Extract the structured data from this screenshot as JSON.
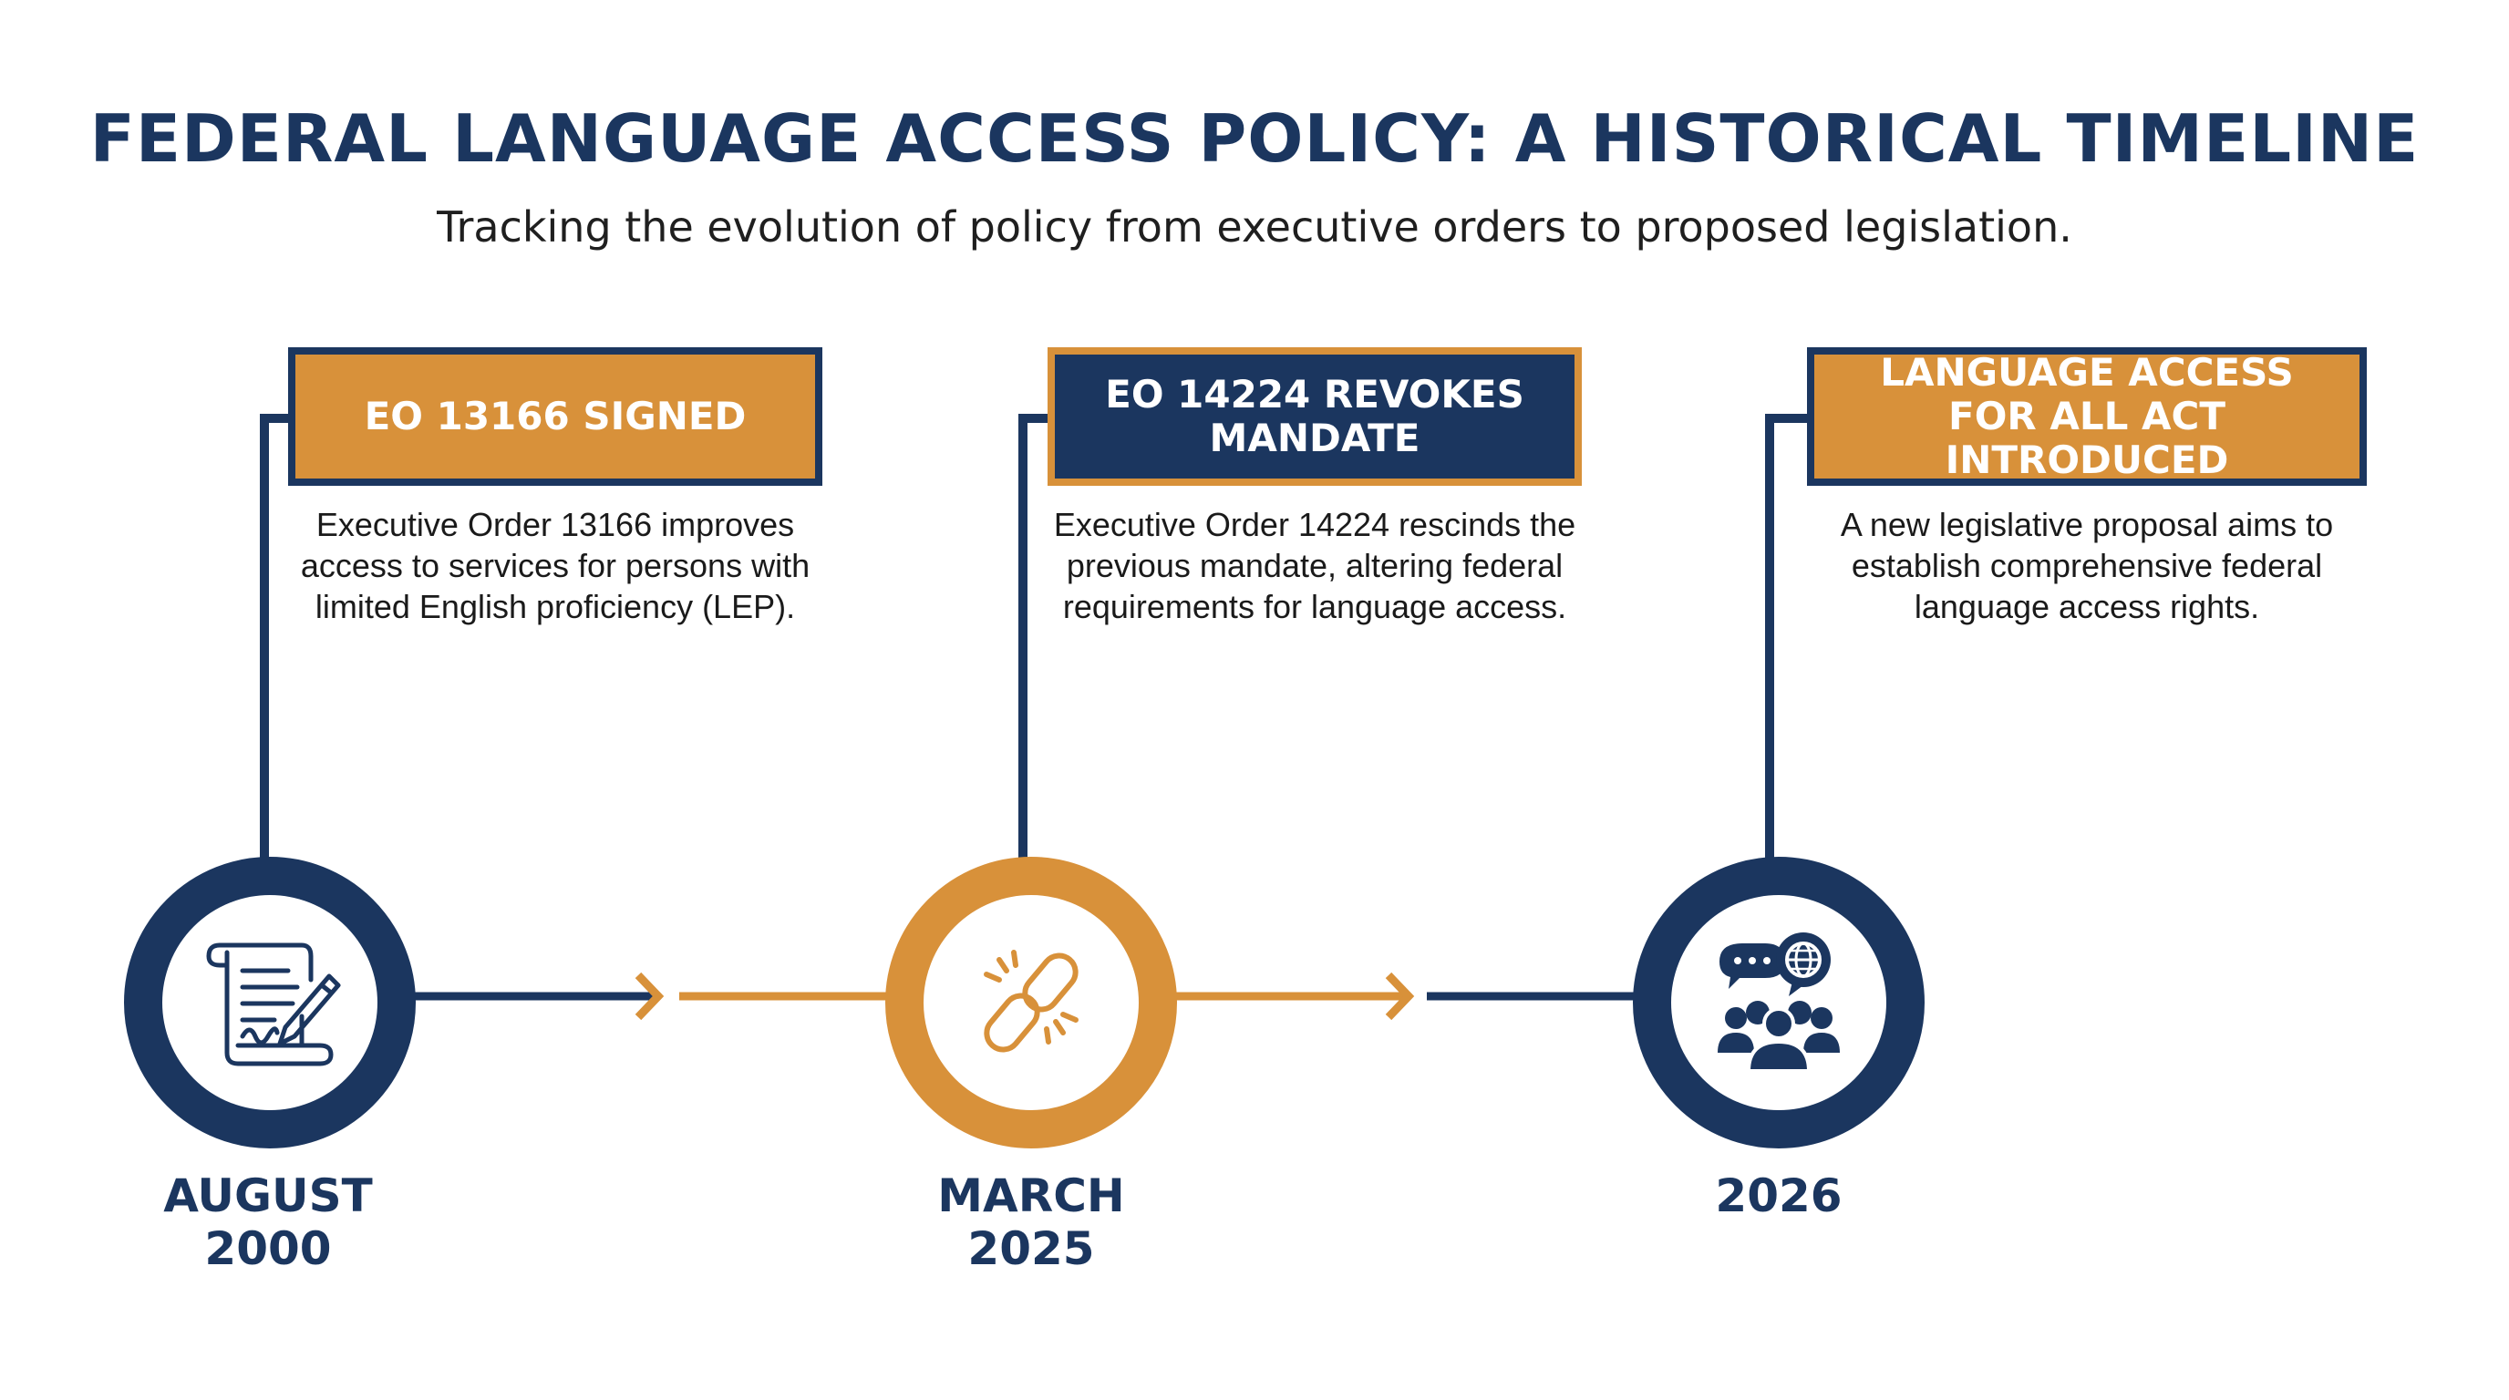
{
  "header": {
    "title": "FEDERAL LANGUAGE ACCESS POLICY: A HISTORICAL TIMELINE",
    "subtitle": "Tracking the evolution of policy from executive orders to proposed legislation."
  },
  "colors": {
    "navy": "#1b365f",
    "gold": "#d8913a"
  },
  "events": [
    {
      "title": "EO 13166 SIGNED",
      "description": "Executive Order 13166 improves access to services for persons with limited English proficiency (LEP).",
      "date_line1": "AUGUST",
      "date_line2": "2000",
      "icon": "signed-document-icon"
    },
    {
      "title": "EO 14224 REVOKES MANDATE",
      "description": "Executive Order 14224 rescinds the previous mandate, altering federal requirements for language access.",
      "date_line1": "MARCH",
      "date_line2": "2025",
      "icon": "broken-chain-icon"
    },
    {
      "title": "LANGUAGE ACCESS FOR ALL ACT INTRODUCED",
      "description": "A new legislative proposal aims to establish comprehensive federal language access rights.",
      "date_line1": "2026",
      "date_line2": "",
      "icon": "community-language-icon"
    }
  ]
}
